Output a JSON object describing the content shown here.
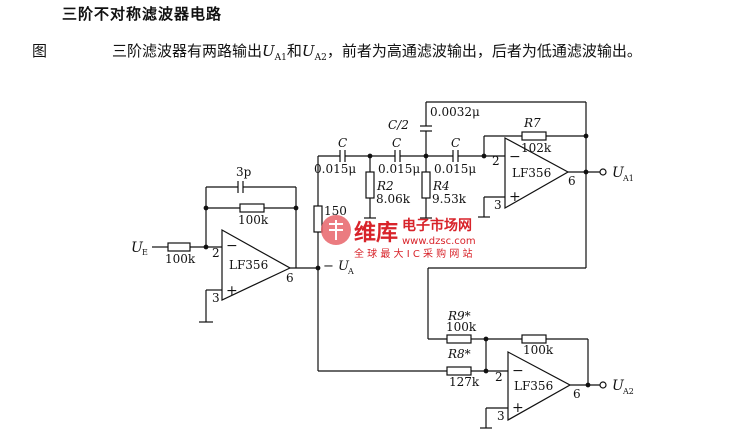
{
  "title": "三阶不对称滤波器电路",
  "caption": {
    "fig": "图",
    "lead": "三阶滤波器有两路输出",
    "ua1_sym": "U",
    "ua1_sub": "A1",
    "and": "和",
    "ua2_sym": "U",
    "ua2_sub": "A2",
    "tail": "，前者为高通滤波输出，后者为低通滤波输出。"
  },
  "labels": {
    "input": "U",
    "input_sub": "E",
    "r_in": "100k",
    "cap_3p": "3p",
    "r_fb1": "100k",
    "opamp1": "LF356",
    "op1_pin_inv": "2",
    "op1_pin_out": "6",
    "op1_pin_noninv": "3",
    "op1_minus": "−",
    "op1_plus": "+",
    "r_150": "150",
    "ua": "− U",
    "ua_sub": "A",
    "c1_name": "C",
    "c1_val": "0.015μ",
    "c2_name": "C",
    "c2_val": "0.015μ",
    "c3_name": "C",
    "c3_val": "0.015μ",
    "c_half_name": "C/2",
    "c_half_val": "0.0032μ",
    "r2_name": "R2",
    "r2_val": "8.06k",
    "r4_name": "R4",
    "r4_val": "9.53k",
    "r7_name": "R7",
    "r7_val": "102k",
    "opamp2": "LF356",
    "op2_pin_inv": "2",
    "op2_pin_out": "6",
    "op2_pin_noninv": "3",
    "op2_minus": "−",
    "op2_plus": "+",
    "ua1": "U",
    "ua1_sub": "A1",
    "r9_name": "R9*",
    "r9_val": "100k",
    "r8_name": "R8*",
    "r8_val": "127k",
    "r_fb3": "100k",
    "opamp3": "LF356",
    "op3_pin_inv": "2",
    "op3_pin_out": "6",
    "op3_pin_noninv": "3",
    "op3_minus": "−",
    "op3_plus": "+",
    "ua2": "U",
    "ua2_sub": "A2"
  },
  "watermark": {
    "logo": "维库",
    "site_cn": "电子市场网",
    "url": "www.dzsc.com",
    "slogan": "全 球 最 大 I C 采 购 网 站"
  }
}
